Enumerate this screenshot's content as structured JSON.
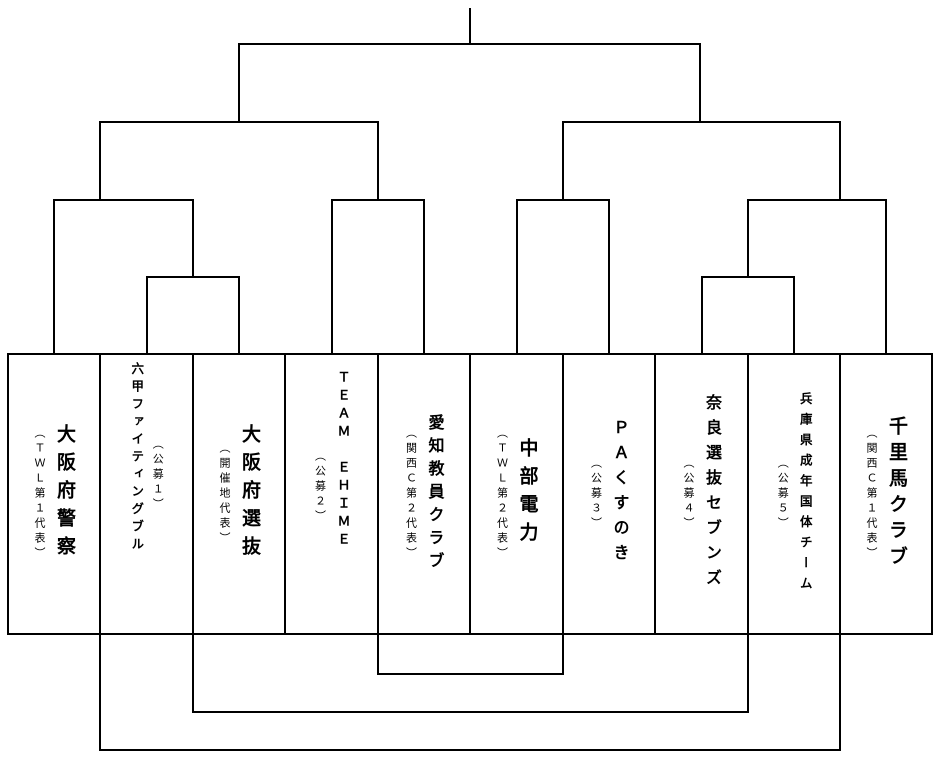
{
  "teams": [
    {
      "name": "大阪府警察",
      "qualification": "（ＴＷＬ第１代表）"
    },
    {
      "name": "六甲ファイティングブル",
      "qualification": "（公募１）"
    },
    {
      "name": "大阪府選抜",
      "qualification": "（開催地代表）"
    },
    {
      "name": "ＴＥＡＭ　ＥＨＩＭＥ",
      "qualification": "（公募２）"
    },
    {
      "name": "愛知教員クラブ",
      "qualification": "（関西Ｃ第２代表）"
    },
    {
      "name": "中部電力",
      "qualification": "（ＴＷＬ第２代表）"
    },
    {
      "name": "ＰＡくすのき",
      "qualification": "（公募３）"
    },
    {
      "name": "奈良選抜セブンズ",
      "qualification": "（公募４）"
    },
    {
      "name": "兵庫県成年国体チーム",
      "qualification": "（公募５）"
    },
    {
      "name": "千里馬クラブ",
      "qualification": "（関西Ｃ第１代表）"
    }
  ]
}
